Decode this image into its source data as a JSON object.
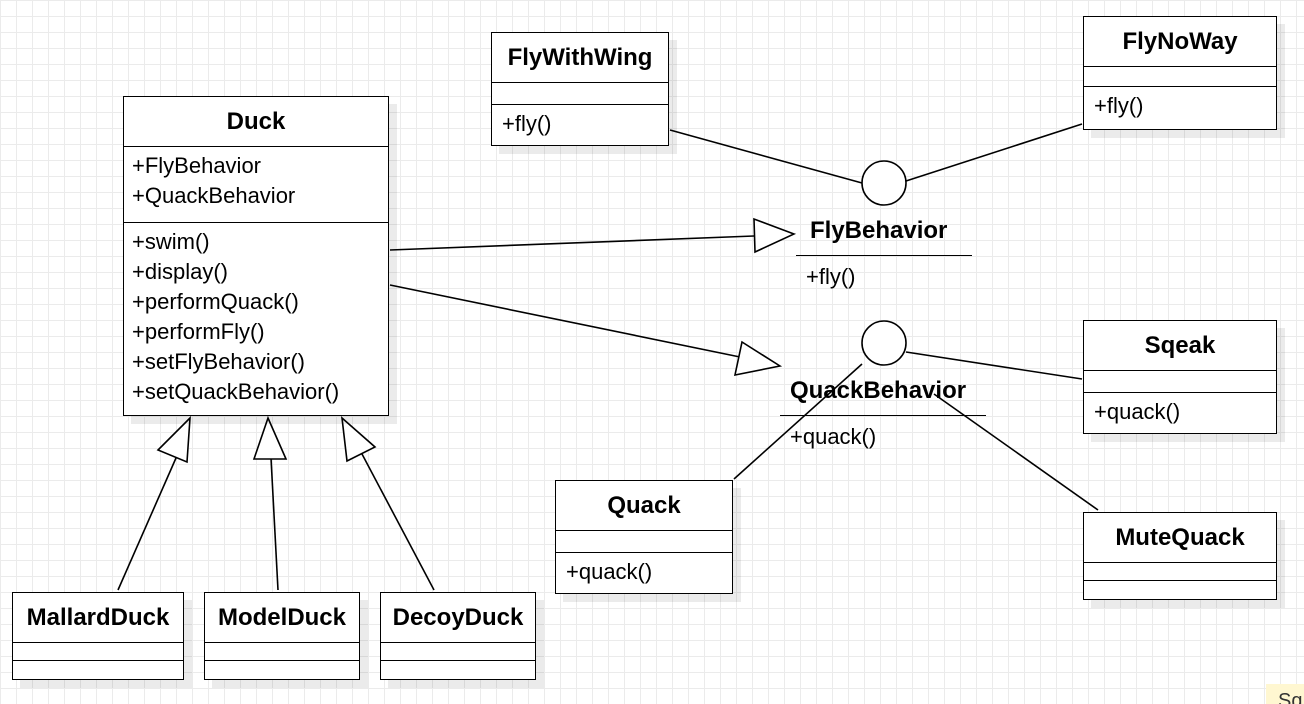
{
  "classes": {
    "duck": {
      "name": "Duck",
      "attributes": [
        "+FlyBehavior",
        "+QuackBehavior"
      ],
      "operations": [
        "+swim()",
        "+display()",
        "+performQuack()",
        "+performFly()",
        "+setFlyBehavior()",
        "+setQuackBehavior()"
      ]
    },
    "fly_with_wing": {
      "name": "FlyWithWing",
      "operation": "+fly()"
    },
    "fly_no_way": {
      "name": "FlyNoWay",
      "operation": "+fly()"
    },
    "sqeak": {
      "name": "Sqeak",
      "operation": "+quack()"
    },
    "quack": {
      "name": "Quack",
      "operation": "+quack()"
    },
    "mute_quack": {
      "name": "MuteQuack"
    },
    "mallard_duck": {
      "name": "MallardDuck"
    },
    "model_duck": {
      "name": "ModelDuck"
    },
    "decoy_duck": {
      "name": "DecoyDuck"
    }
  },
  "interfaces": {
    "fly_behavior": {
      "name": "FlyBehavior",
      "operation": "+fly()"
    },
    "quack_behavior": {
      "name": "QuackBehavior",
      "operation": "+quack()"
    }
  },
  "note": {
    "text": "Sq"
  }
}
